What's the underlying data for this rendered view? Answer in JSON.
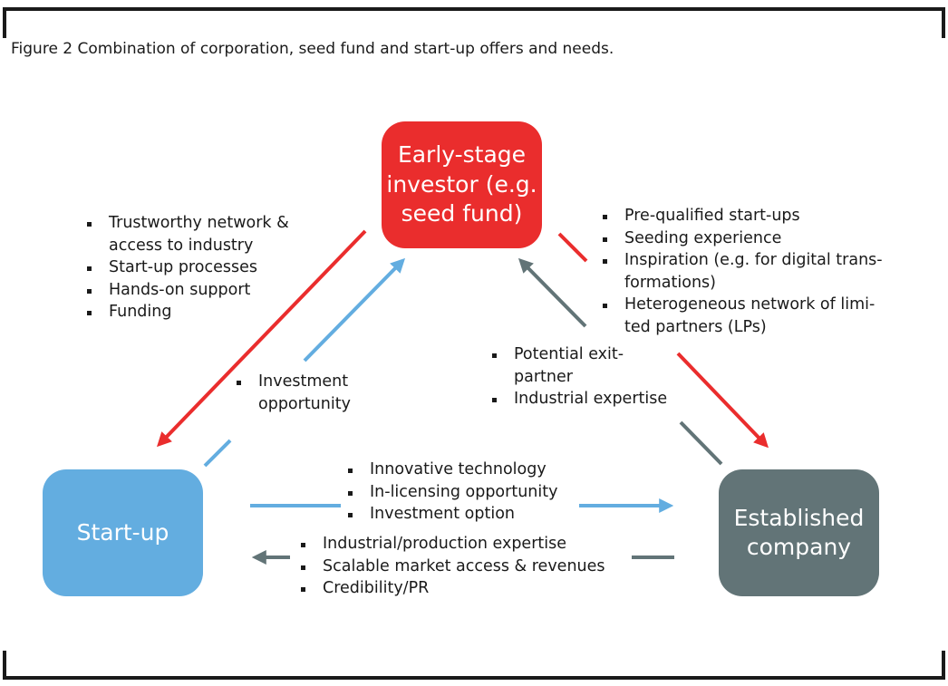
{
  "caption": "Figure 2 Combination of corporation, seed fund and start-up offers and needs.",
  "colors": {
    "investor": "#ea2d2d",
    "startup": "#63ade0",
    "established": "#627477",
    "text": "#1a1a1a"
  },
  "nodes": {
    "investor": "Early-stage\ninvestor (e.g.\nseed fund)",
    "startup": "Start-up",
    "established": "Established\ncompany"
  },
  "lists": {
    "investor_to_startup": [
      "Trustworthy network &\naccess to industry",
      "Start-up processes",
      "Hands-on support",
      "Funding"
    ],
    "investor_to_established": [
      "Pre-qualified start-ups",
      "Seeding experience",
      "Inspiration (e.g. for digital trans-\nformations)",
      "Heterogeneous network of limi-\nted partners (LPs)"
    ],
    "established_to_investor": [
      "Potential exit-\npartner",
      "Industrial expertise"
    ],
    "startup_to_investor": [
      "Investment\nopportunity"
    ],
    "startup_to_established": [
      "Innovative technology",
      "In-licensing opportunity",
      "Investment option"
    ],
    "established_to_startup": [
      "Industrial/production expertise",
      "Scalable market access & revenues",
      "Credibility/PR"
    ]
  }
}
